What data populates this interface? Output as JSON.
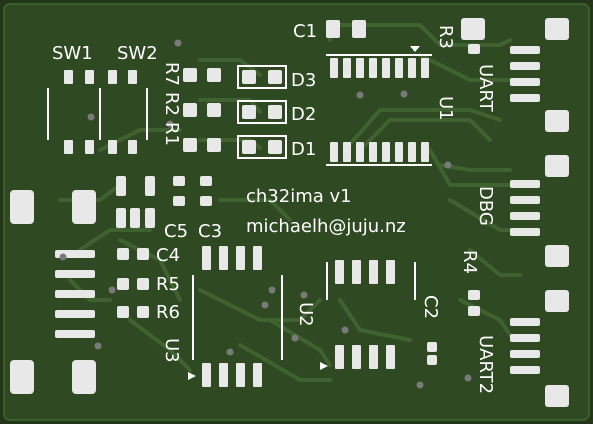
{
  "labels": {
    "c1": "C1",
    "r3": "R3",
    "sw1": "SW1",
    "sw2": "SW2",
    "r7": "R7",
    "r2": "R2",
    "r1": "R1",
    "d3": "D3",
    "d2": "D2",
    "d1": "D1",
    "u1": "U1",
    "uart": "UART",
    "title": "ch32ima v1",
    "email": "michaelh@juju.nz",
    "dbg": "DBG",
    "c5": "C5",
    "c3": "C3",
    "c4": "C4",
    "r5": "R5",
    "r6": "R6",
    "r4": "R4",
    "u2": "U2",
    "c2": "C2",
    "u3": "U3",
    "uart2": "UART2"
  },
  "colors": {
    "board": "#23361a",
    "copper_pour": "#2f4a22",
    "trace": "#3d5e2b",
    "pad": "#e8e8e8",
    "silkscreen": "#ffffff",
    "via_hole": "#0a0a0a"
  }
}
